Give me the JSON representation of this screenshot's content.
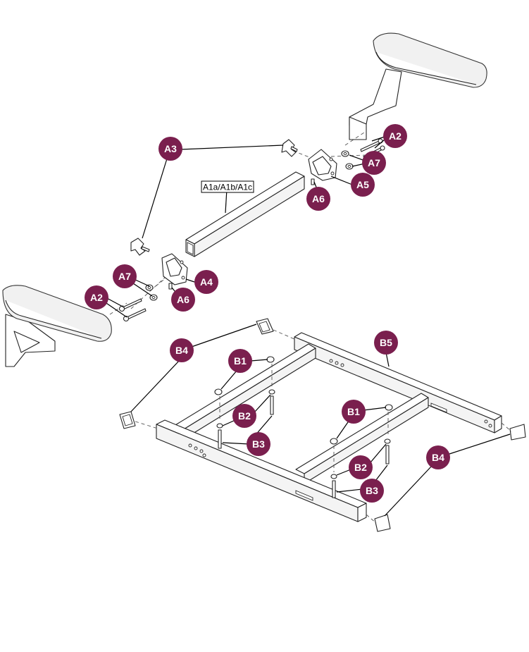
{
  "colors": {
    "callout_fill": "#7a1f4e",
    "callout_text": "#ffffff",
    "line_art": "#222222"
  },
  "callouts": {
    "A2_top": "A2",
    "A2_bottom": "A2",
    "A3": "A3",
    "A4": "A4",
    "A5": "A5",
    "A6_top": "A6",
    "A6_bottom": "A6",
    "A7_top": "A7",
    "A7_bottom": "A7",
    "B1_left": "B1",
    "B1_right": "B1",
    "B2_left": "B2",
    "B2_right": "B2",
    "B3_left": "B3",
    "B3_right": "B3",
    "B4_left": "B4",
    "B4_right": "B4",
    "B5": "B5"
  },
  "labels": {
    "armrest_tube": "A1a/A1b/A1c"
  }
}
